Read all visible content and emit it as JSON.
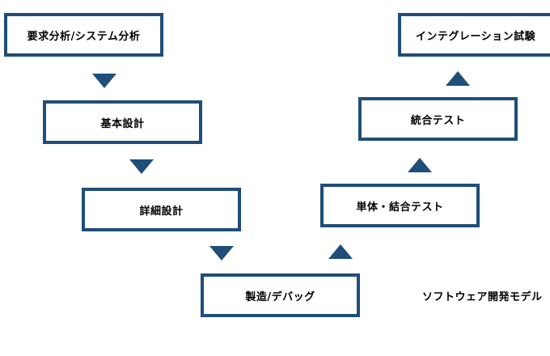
{
  "diagram": {
    "caption": "ソフトウェア開発モデル",
    "steps": [
      {
        "label": "要求分析/システム分析"
      },
      {
        "label": "基本設計"
      },
      {
        "label": "詳細設計"
      },
      {
        "label": "製造/デバッグ"
      },
      {
        "label": "単体・結合テスト"
      },
      {
        "label": "統合テスト"
      },
      {
        "label": "インテグレーション試験"
      }
    ],
    "colors": {
      "border": "#1f4e79",
      "arrow": "#1f4e79",
      "background": "#ffffff",
      "text": "#000000"
    }
  }
}
